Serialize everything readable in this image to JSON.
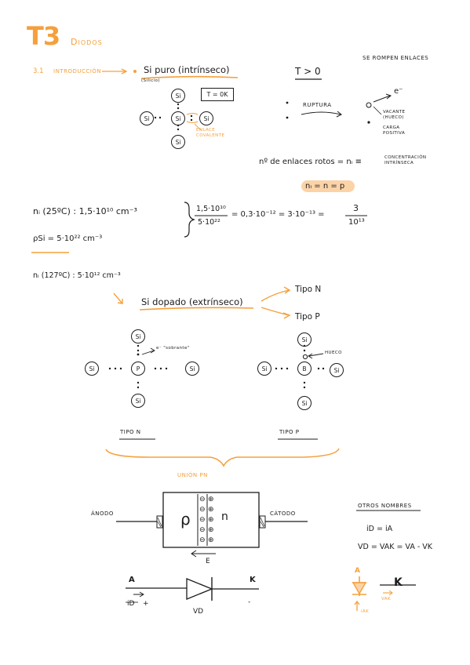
{
  "header": {
    "logo": "T3",
    "title": "Diodos"
  },
  "section": {
    "number": "3.1",
    "name": "Introducción"
  },
  "intrinsic": {
    "title": "Si puro (intrínseco)",
    "subtitle": "(Silicio)",
    "temp_box": "T = 0K",
    "center_atom": "Si",
    "neighbor_atom": "Si",
    "bond_label": "Enlace covalente",
    "condition": "T > 0",
    "break_note": "se rompen enlaces",
    "rupture": "ruptura",
    "electron": "e⁻",
    "hole_note": "vacante (hueco)",
    "charge_note": "carga positiva",
    "broken_bonds": "nº de enlaces rotos = nᵢ ≡",
    "concentration": "concentración intrínseca",
    "equality": "nᵢ = n = p"
  },
  "calculations": {
    "ni_25": "nᵢ (25ºC) : 1,5·10¹⁰ cm⁻³",
    "rho_si": "ρSi = 5·10²² cm⁻³",
    "fraction_num": "1,5·10¹⁰",
    "fraction_den": "5·10²²",
    "result": "= 0,3·10⁻¹² = 3·10⁻¹³ =",
    "result_num": "3",
    "result_den": "10¹³",
    "ni_127": "nᵢ (127ºC) : 5·10¹² cm⁻³"
  },
  "doped": {
    "title": "Si dopado (extrínseco)",
    "type_n": "Tipo N",
    "type_p": "Tipo P",
    "n_center": "P",
    "p_center": "B",
    "si": "Si",
    "free_electron": "e⁻ \"sobrante\"",
    "hole": "hueco",
    "label_n": "TIPO N",
    "label_p": "TIPO P"
  },
  "pn": {
    "title": "Unión PN",
    "anode": "ÁNODO",
    "cathode": "CÁTODO",
    "p_region": "ρ",
    "n_region": "n",
    "field": "E",
    "minus_ion": "⊖",
    "plus_ion": "⊕",
    "terminal_a": "A",
    "terminal_k": "K",
    "current": "iD",
    "plus": "+",
    "minus": "-",
    "voltage": "VD"
  },
  "other_names": {
    "title": "OTROS NOMBRES",
    "current_eq": "iD = iA",
    "voltage_eq": "VD = VAK = VA - VK",
    "symbol_a": "A",
    "symbol_k": "K",
    "v_ak": "VAK",
    "i_ak": "iAK"
  },
  "colors": {
    "ink": "#1c1c1c",
    "accent": "#f5a03c",
    "highlight": "#fbd3a7"
  }
}
